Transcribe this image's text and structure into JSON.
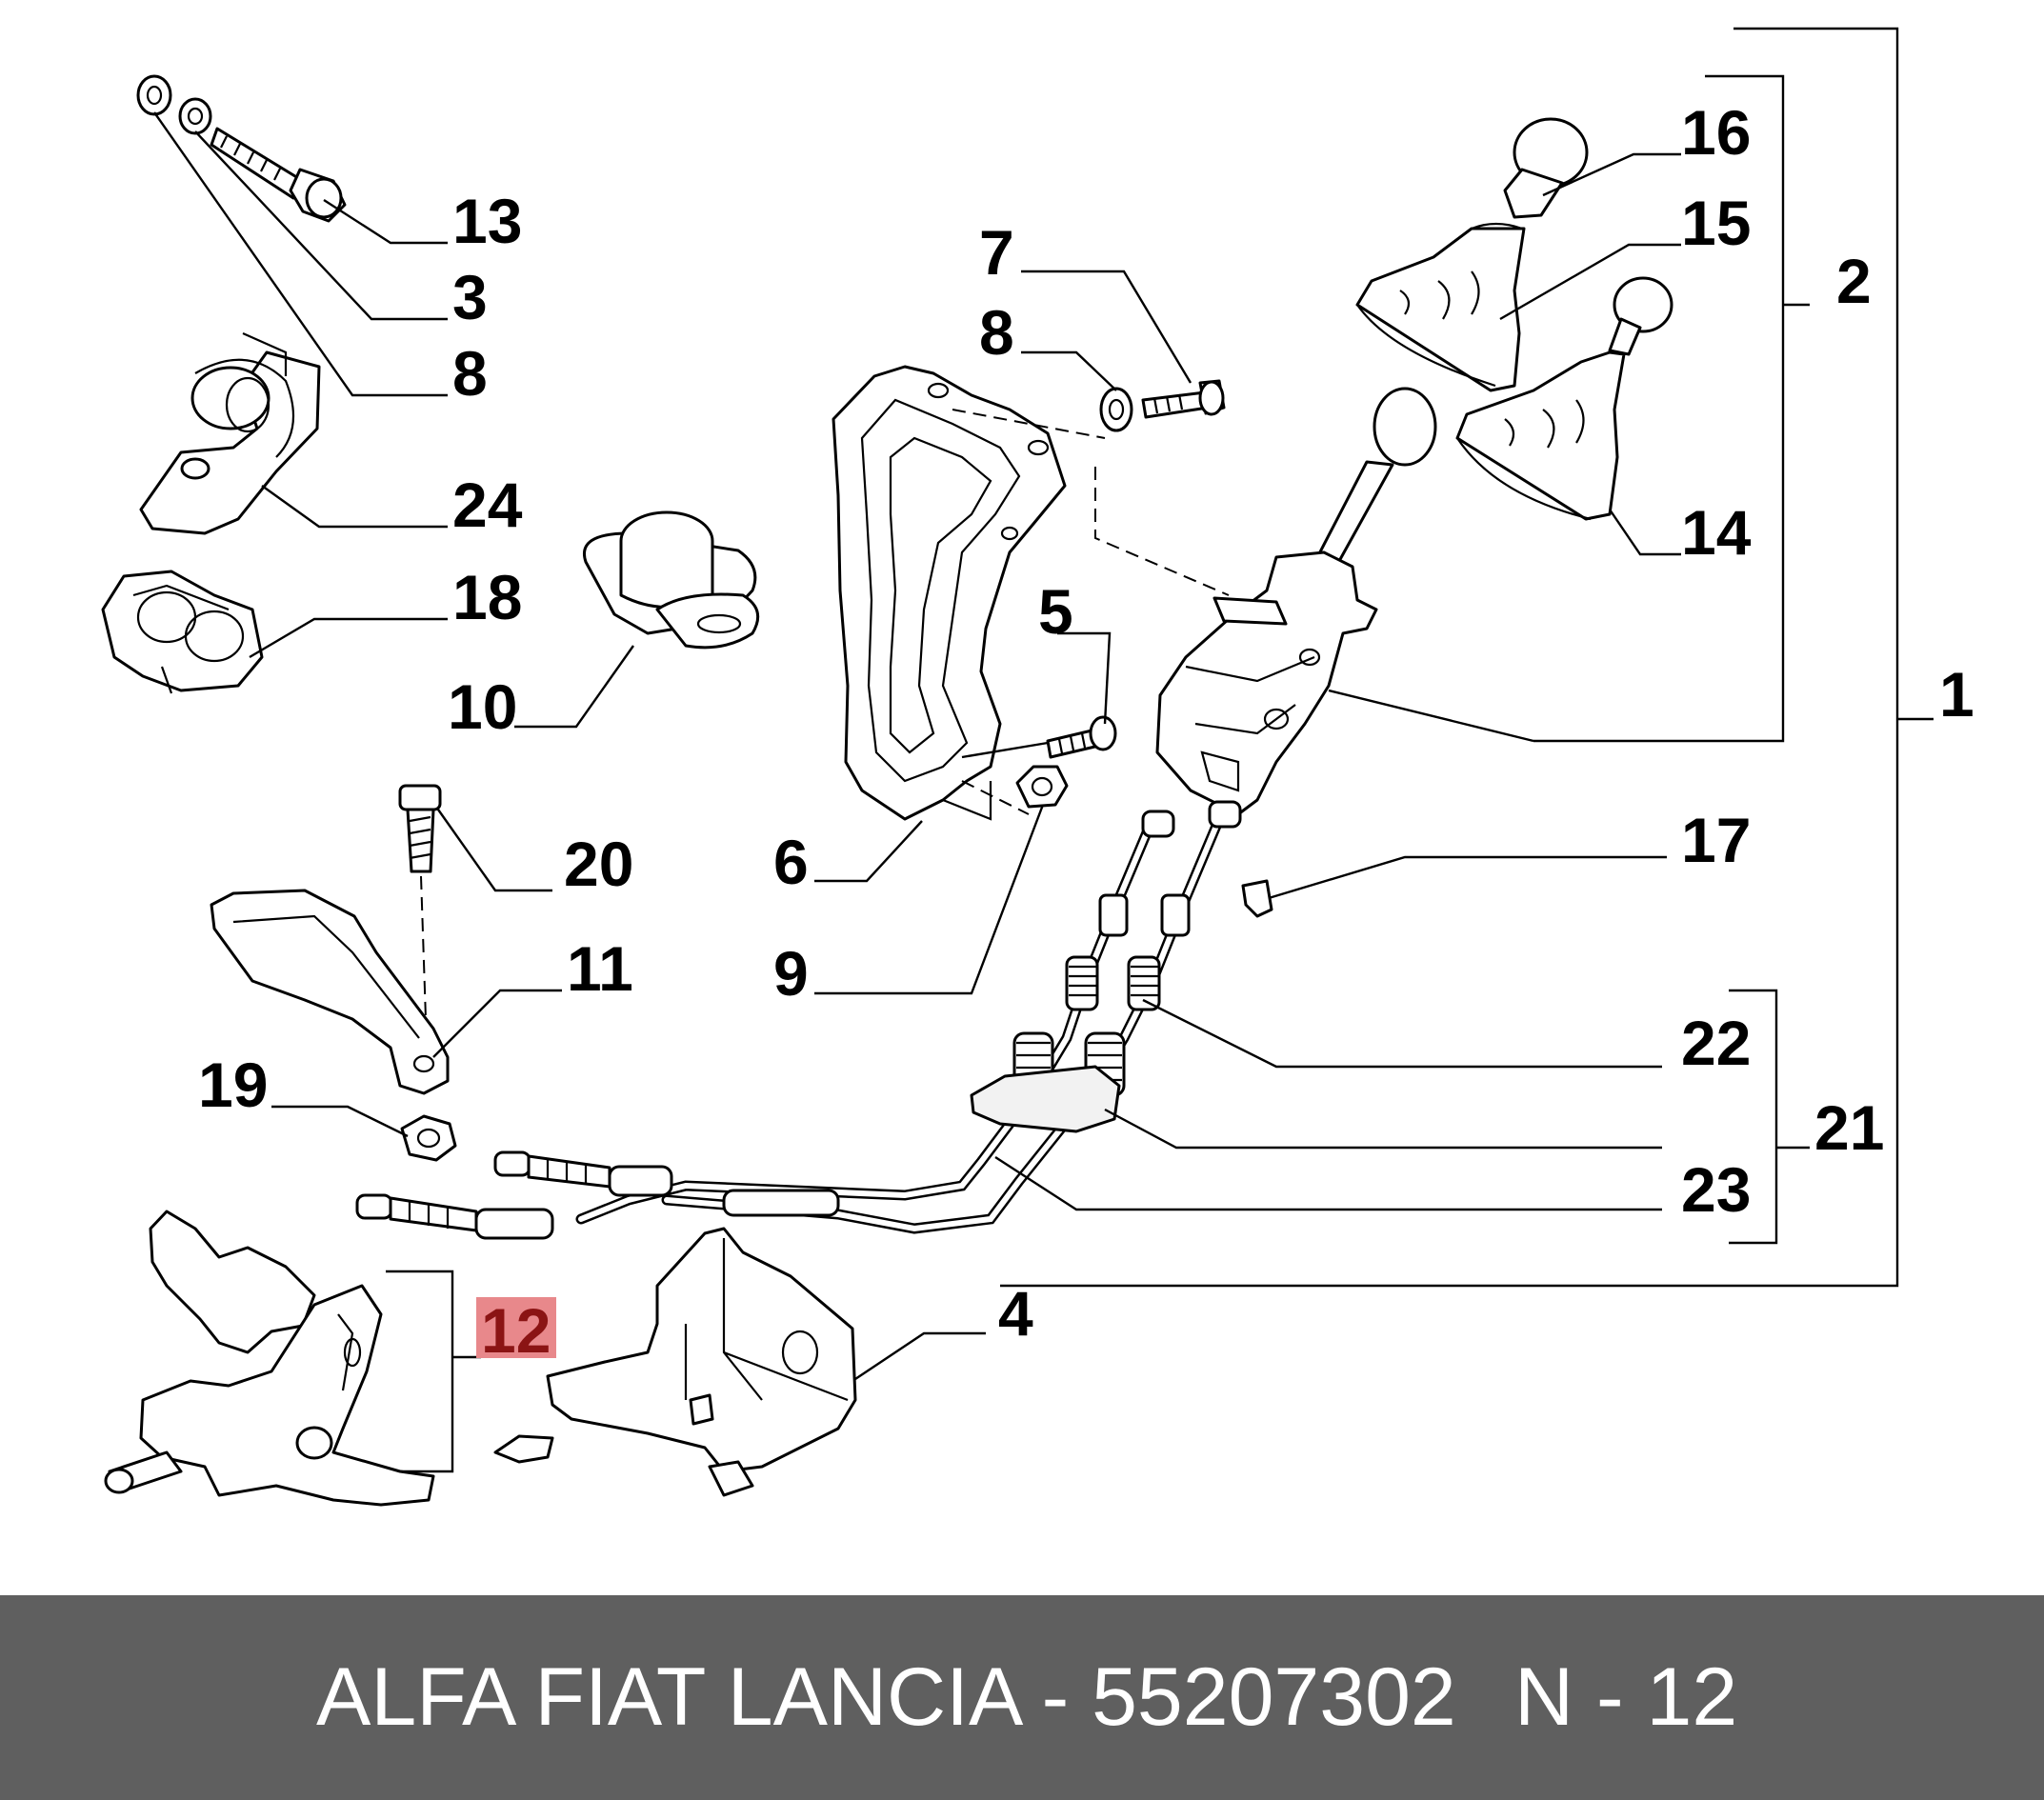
{
  "diagram": {
    "callouts": [
      {
        "id": "c13",
        "label": "13"
      },
      {
        "id": "c3",
        "label": "3"
      },
      {
        "id": "c8a",
        "label": "8"
      },
      {
        "id": "c24",
        "label": "24"
      },
      {
        "id": "c18",
        "label": "18"
      },
      {
        "id": "c10",
        "label": "10"
      },
      {
        "id": "c20",
        "label": "20"
      },
      {
        "id": "c11",
        "label": "11"
      },
      {
        "id": "c19",
        "label": "19"
      },
      {
        "id": "c12",
        "label": "12"
      },
      {
        "id": "c7",
        "label": "7"
      },
      {
        "id": "c8b",
        "label": "8"
      },
      {
        "id": "c5",
        "label": "5"
      },
      {
        "id": "c6",
        "label": "6"
      },
      {
        "id": "c9",
        "label": "9"
      },
      {
        "id": "c4",
        "label": "4"
      },
      {
        "id": "c16",
        "label": "16"
      },
      {
        "id": "c15",
        "label": "15"
      },
      {
        "id": "c2",
        "label": "2"
      },
      {
        "id": "c14",
        "label": "14"
      },
      {
        "id": "c1",
        "label": "1"
      },
      {
        "id": "c17",
        "label": "17"
      },
      {
        "id": "c22",
        "label": "22"
      },
      {
        "id": "c21",
        "label": "21"
      },
      {
        "id": "c23",
        "label": "23"
      }
    ],
    "highlight_label": "12",
    "highlight_color": "#e8888b",
    "highlight_text_color": "#8b1414"
  },
  "footer": {
    "title": "ALFA FIAT LANCIA - 55207302",
    "page": "N - 12",
    "background": "#5f5f5f",
    "text_color": "#ffffff"
  }
}
